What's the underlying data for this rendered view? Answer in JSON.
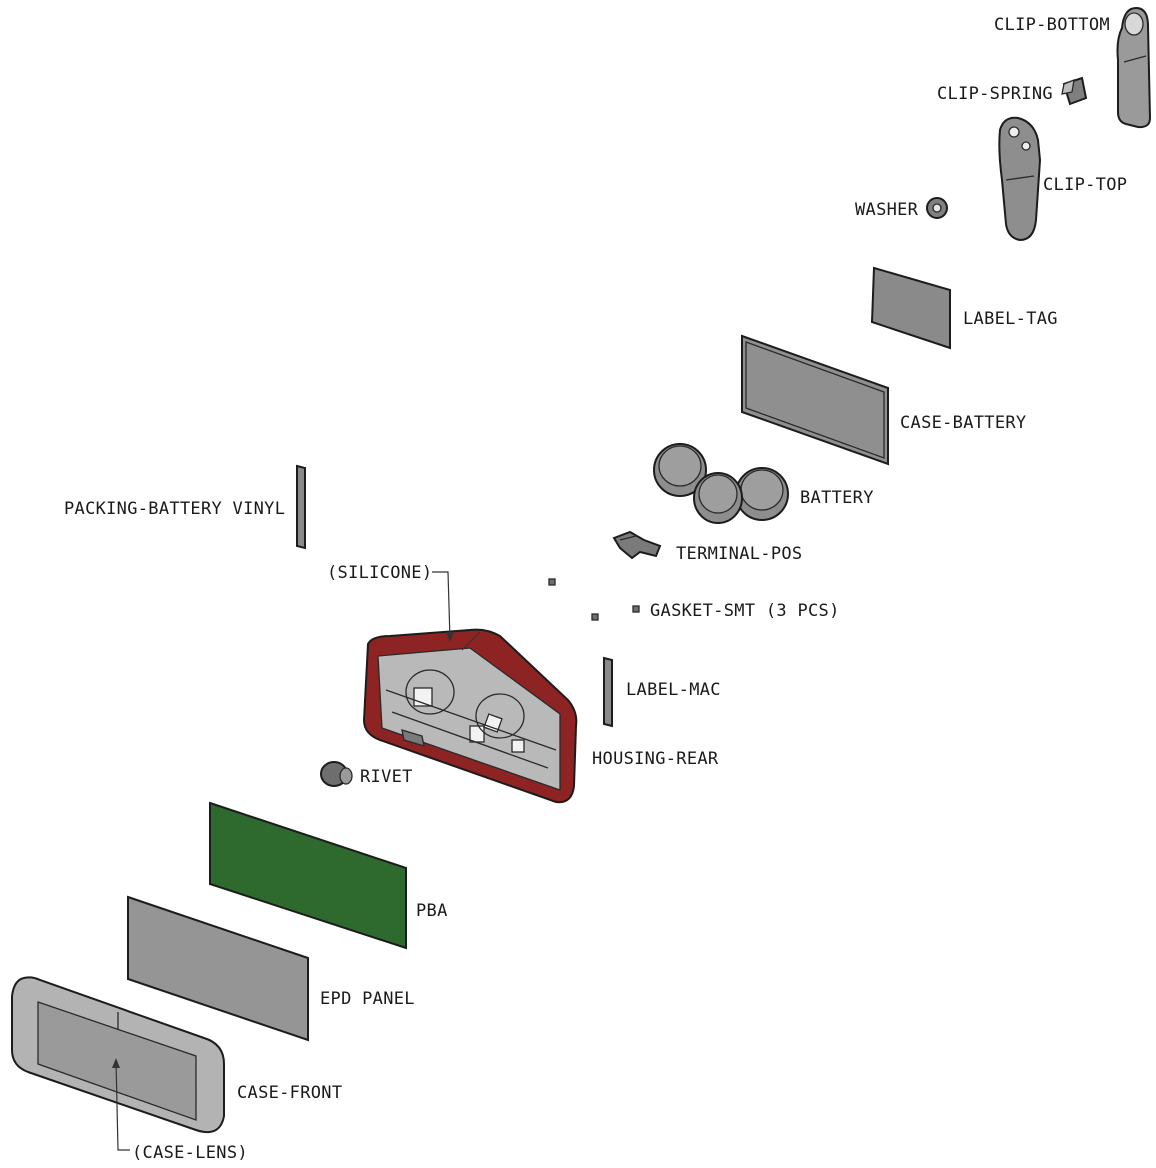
{
  "labels": {
    "clip_bottom": "CLIP-BOTTOM",
    "clip_spring": "CLIP-SPRING",
    "clip_top": "CLIP-TOP",
    "washer": "WASHER",
    "label_tag": "LABEL-TAG",
    "case_battery": "CASE-BATTERY",
    "battery": "BATTERY",
    "packing_battery_vinyl": "PACKING-BATTERY VINYL",
    "terminal_pos": "TERMINAL-POS",
    "silicone": "(SILICONE)",
    "gasket_smt": "GASKET-SMT (3 PCS)",
    "label_mac": "LABEL-MAC",
    "housing_rear": "HOUSING-REAR",
    "rivet": "RIVET",
    "pba": "PBA",
    "epd_panel": "EPD PANEL",
    "case_front": "CASE-FRONT",
    "case_lens": "(CASE-LENS)"
  },
  "colors": {
    "part_gray": "#8d8d8d",
    "part_gray_light": "#a9a9a9",
    "pba_green": "#2e6a2e",
    "housing_red": "#8e2323",
    "outline": "#1c1c1c"
  }
}
